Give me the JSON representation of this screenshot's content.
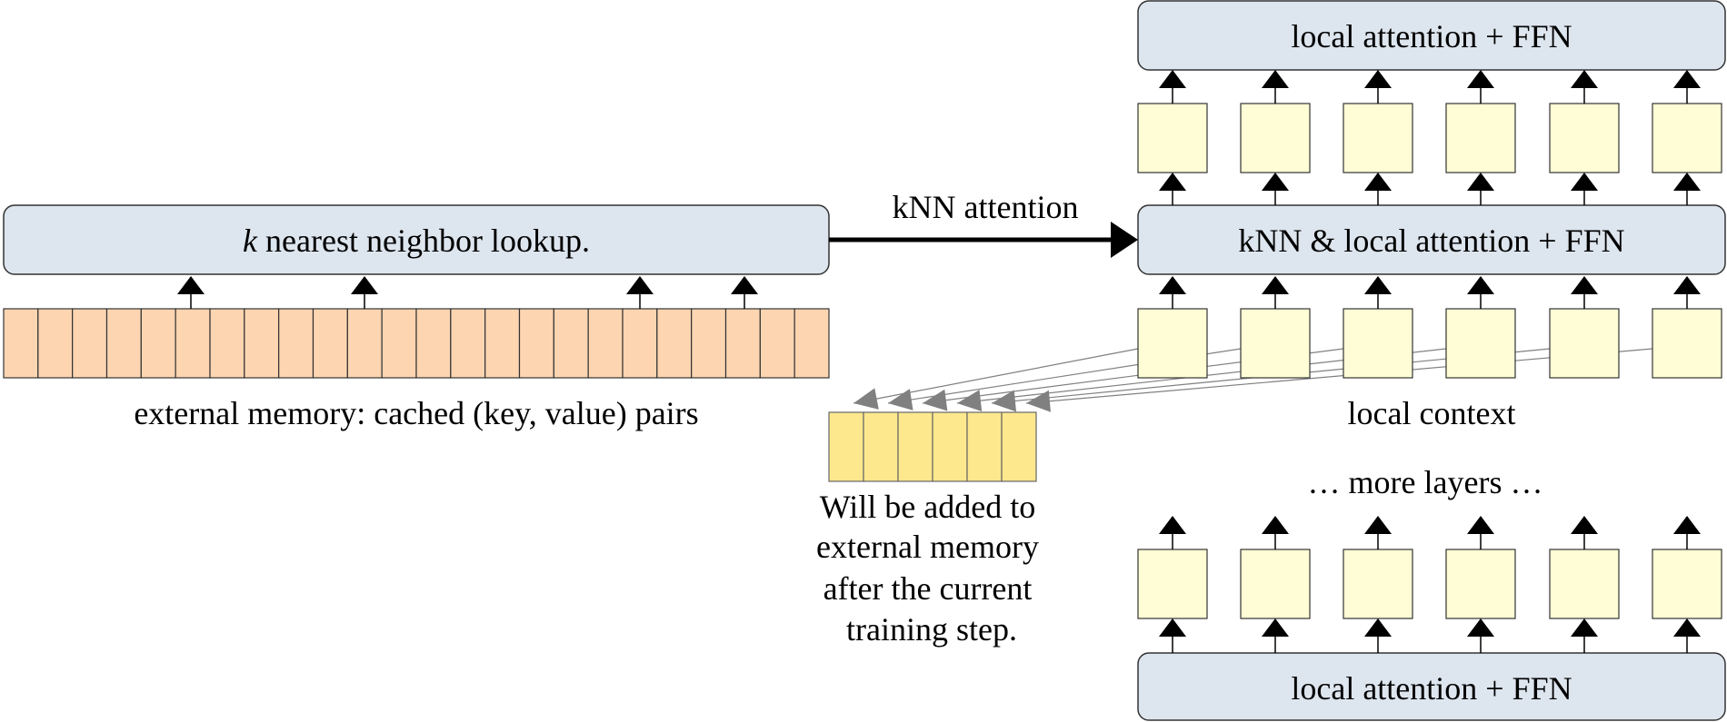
{
  "top_block": {
    "label": "local attention + FFN"
  },
  "knn_block": {
    "label": "kNN & local attention + FFN"
  },
  "bottom_block": {
    "label": "local attention + FFN"
  },
  "lookup_block": {
    "italic_k": "k",
    "label": " nearest neighbor lookup."
  },
  "knn_arrow_label": "kNN attention",
  "memory_label": "external memory: cached (key, value) pairs",
  "local_context_label": "local context",
  "more_layers_label": "… more layers …",
  "pending_note": [
    "Will be added to",
    "external memory",
    "after the current",
    "training step."
  ],
  "colors": {
    "block_fill": "#dde5ee",
    "memory_cell": "#fdd5b1",
    "token_box": "#fefdd5",
    "pending_cell": "#fde88e",
    "note_text": "#8c8c8c",
    "gray_arrow": "#808080"
  }
}
